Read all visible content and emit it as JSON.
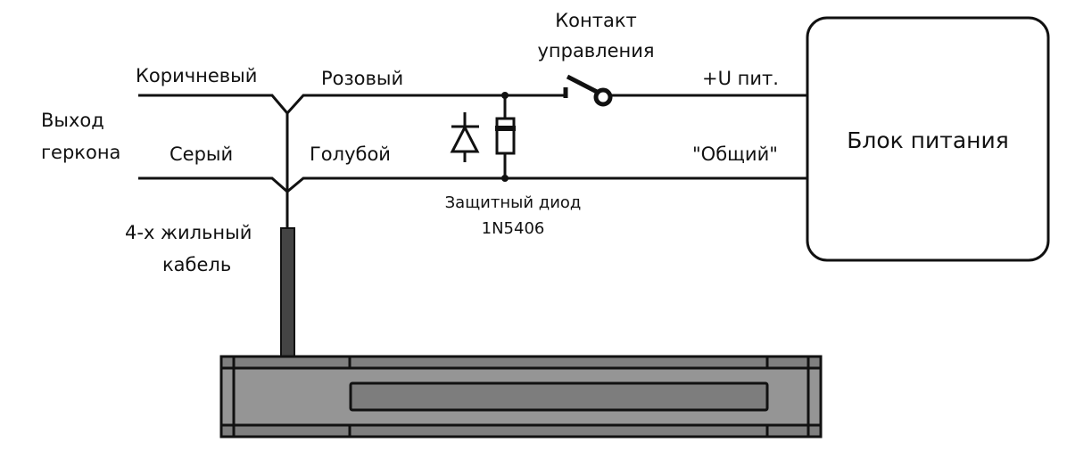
{
  "labels": {
    "reed_output_line1": "Выход",
    "reed_output_line2": "геркона",
    "brown": "Коричневый",
    "grey": "Серый",
    "pink": "Розовый",
    "blue": "Голубой",
    "cable_line1": "4-х жильный",
    "cable_line2": "кабель",
    "control_contact_line1": "Контакт",
    "control_contact_line2": "управления",
    "plus_u": "+U пит.",
    "common": "\"Общий\"",
    "diode_line1": "Защитный диод",
    "diode_line2": "1N5406",
    "power_supply": "Блок питания"
  },
  "colors": {
    "wire": "#111111",
    "housing": "#959595",
    "housing_strip": "#7f7f7f",
    "slot": "#7d7d7d"
  }
}
